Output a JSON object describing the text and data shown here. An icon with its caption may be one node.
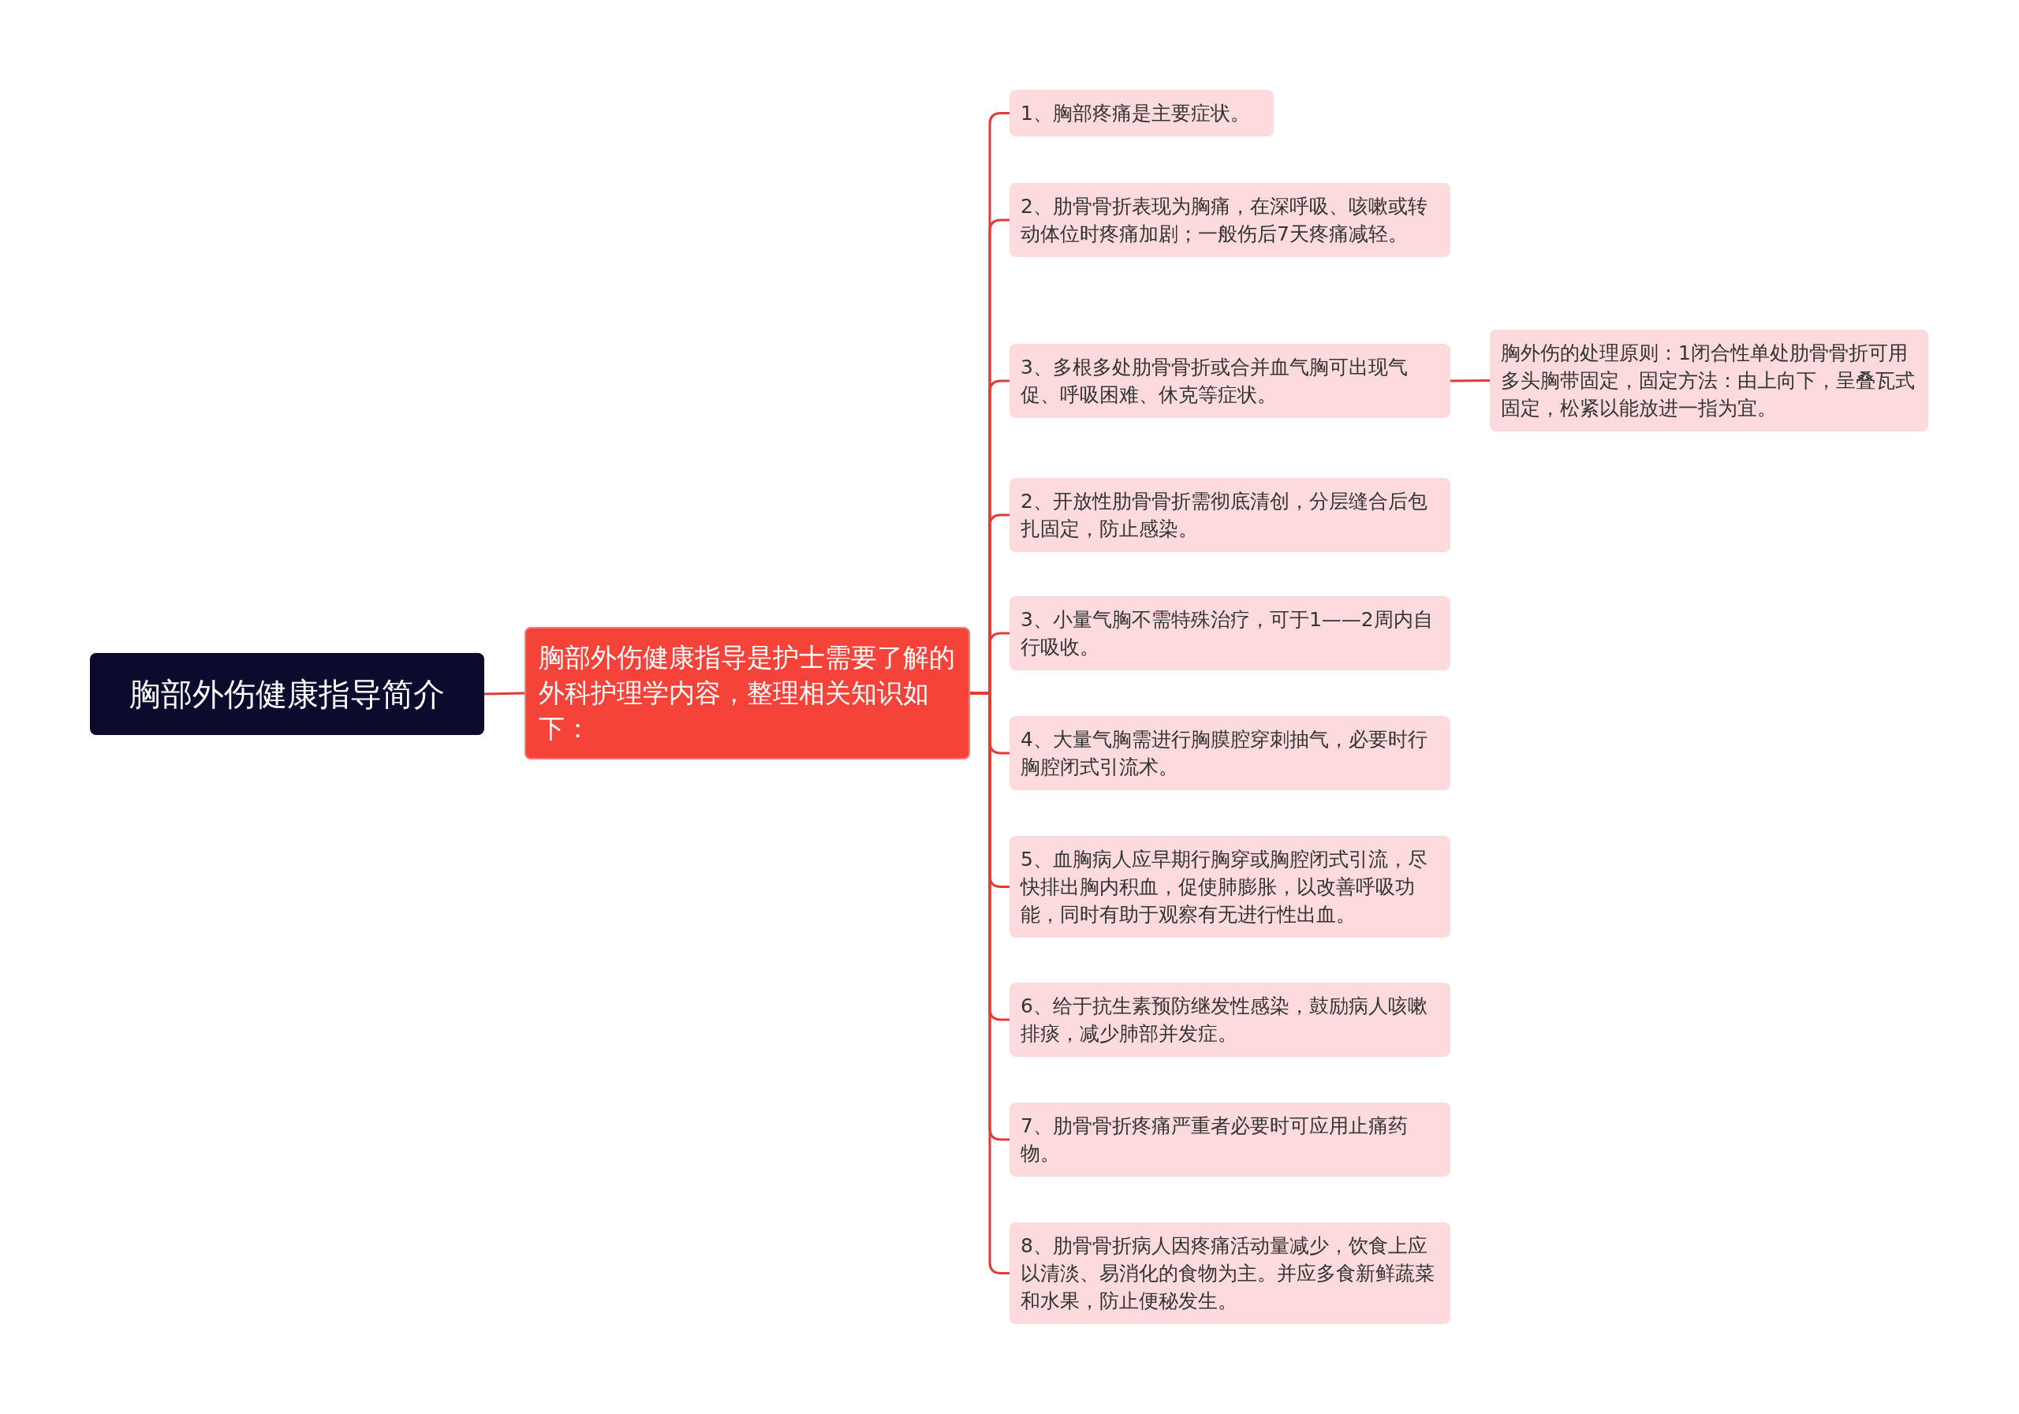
{
  "diagram": {
    "nodes": [
      {
        "text": [
          "胸部外伤健康指导简介"
        ]
      },
      {
        "text": [
          "胸部外伤健康指导是护士需要了解的外科护理学内容，整理相关知识如下："
        ]
      },
      {
        "text": [
          "1、胸部疼痛是主要症状。"
        ]
      },
      {
        "text": [
          "2、肋骨骨折表现为胸痛，在深呼吸、咳嗽或转动体位时疼痛加剧；一般伤后7天疼痛减轻。"
        ]
      },
      {
        "text": [
          "3、多根多处肋骨骨折或合并血气胸可出现气促、呼吸困难、休克等症状。"
        ]
      },
      {
        "text": [
          "2、开放性肋骨骨折需彻底清创，分层缝合后包扎固定，防止感染。"
        ]
      },
      {
        "text": [
          "3、小量气胸不需特殊治疗，可于1——2周内自行吸收。"
        ]
      },
      {
        "text": [
          "4、大量气胸需进行胸膜腔穿刺抽气，必要时行胸腔闭式引流术。"
        ]
      },
      {
        "text": [
          "5、血胸病人应早期行胸穿或胸腔闭式引流，尽快排出胸内积血，促使肺膨胀，以改善呼吸功能，同时有助于观察有无进行性出血。"
        ]
      },
      {
        "text": [
          "6、给于抗生素预防继发性感染，鼓励病人咳嗽排痰，减少肺部并发症。"
        ]
      },
      {
        "text": [
          "7、肋骨骨折疼痛严重者必要时可应用止痛药物。"
        ]
      },
      {
        "text": [
          "8、肋骨骨折病人因疼痛活动量减少，饮食上应以清淡、易消化的食物为主。并应多食新鲜蔬菜和水果，防止便秘发生。"
        ]
      },
      {
        "text": [
          "胸外伤的处理原则：1闭合性单处肋骨骨折可用多头胸带固定，固定方法：由上向下，呈叠瓦式固定，松紧以能放进一指为宜。"
        ]
      }
    ],
    "edges": [
      {
        "from": 0,
        "to": 1,
        "arrow": "none"
      },
      {
        "from": 1,
        "to": 2,
        "arrow": "none"
      },
      {
        "from": 1,
        "to": 3,
        "arrow": "none"
      },
      {
        "from": 1,
        "to": 4,
        "arrow": "none"
      },
      {
        "from": 1,
        "to": 5,
        "arrow": "none"
      },
      {
        "from": 1,
        "to": 6,
        "arrow": "none"
      },
      {
        "from": 1,
        "to": 7,
        "arrow": "none"
      },
      {
        "from": 1,
        "to": 8,
        "arrow": "none"
      },
      {
        "from": 1,
        "to": 9,
        "arrow": "none"
      },
      {
        "from": 1,
        "to": 10,
        "arrow": "none"
      },
      {
        "from": 1,
        "to": 11,
        "arrow": "none"
      },
      {
        "from": 4,
        "to": 12,
        "arrow": "none"
      }
    ]
  }
}
